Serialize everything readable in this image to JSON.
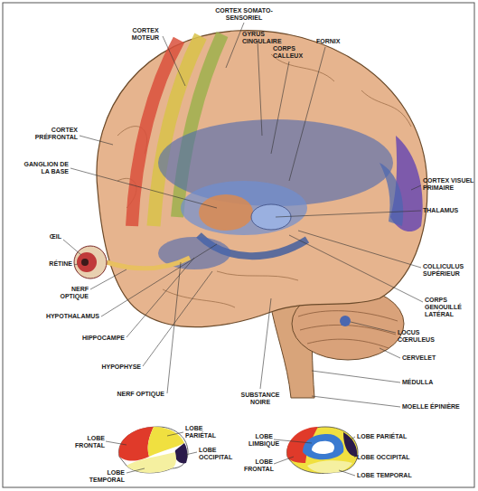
{
  "diagram": {
    "labels": [
      "CORTEX SOMATO-SENSORIEL",
      "CORTEX MOTEUR",
      "GYRUS CINGULAIRE",
      "CORPS CALLEUX",
      "FORNIX",
      "CORTEX PRÉFRONTAL",
      "GANGLION DE LA BASE",
      "CORTEX VISUEL PRIMAIRE",
      "THALAMUS",
      "ŒIL",
      "RÉTINE",
      "NERF OPTIQUE",
      "COLLICULUS SUPÉRIEUR",
      "CORPS GENOUILLÉ LATÉRAL",
      "LOCUS CŒRULEUS",
      "HYPOTHALAMUS",
      "HIPPOCAMPE",
      "CERVELET",
      "MÉDULLA",
      "HYPOPHYSE",
      "MOELLE ÉPINIÈRE",
      "NERF OPTIQUE",
      "SUBSTANCE NOIRE",
      "LOBE FRONTAL",
      "LOBE PARIÉTAL",
      "LOBE OCCIPITAL",
      "LOBE TEMPORAL",
      "LOBE LIMBIQUE",
      "LOBE PARIÉTAL",
      "LOBE FRONTAL",
      "LOBE OCCIPITAL",
      "LOBE TEMPORAL"
    ]
  }
}
